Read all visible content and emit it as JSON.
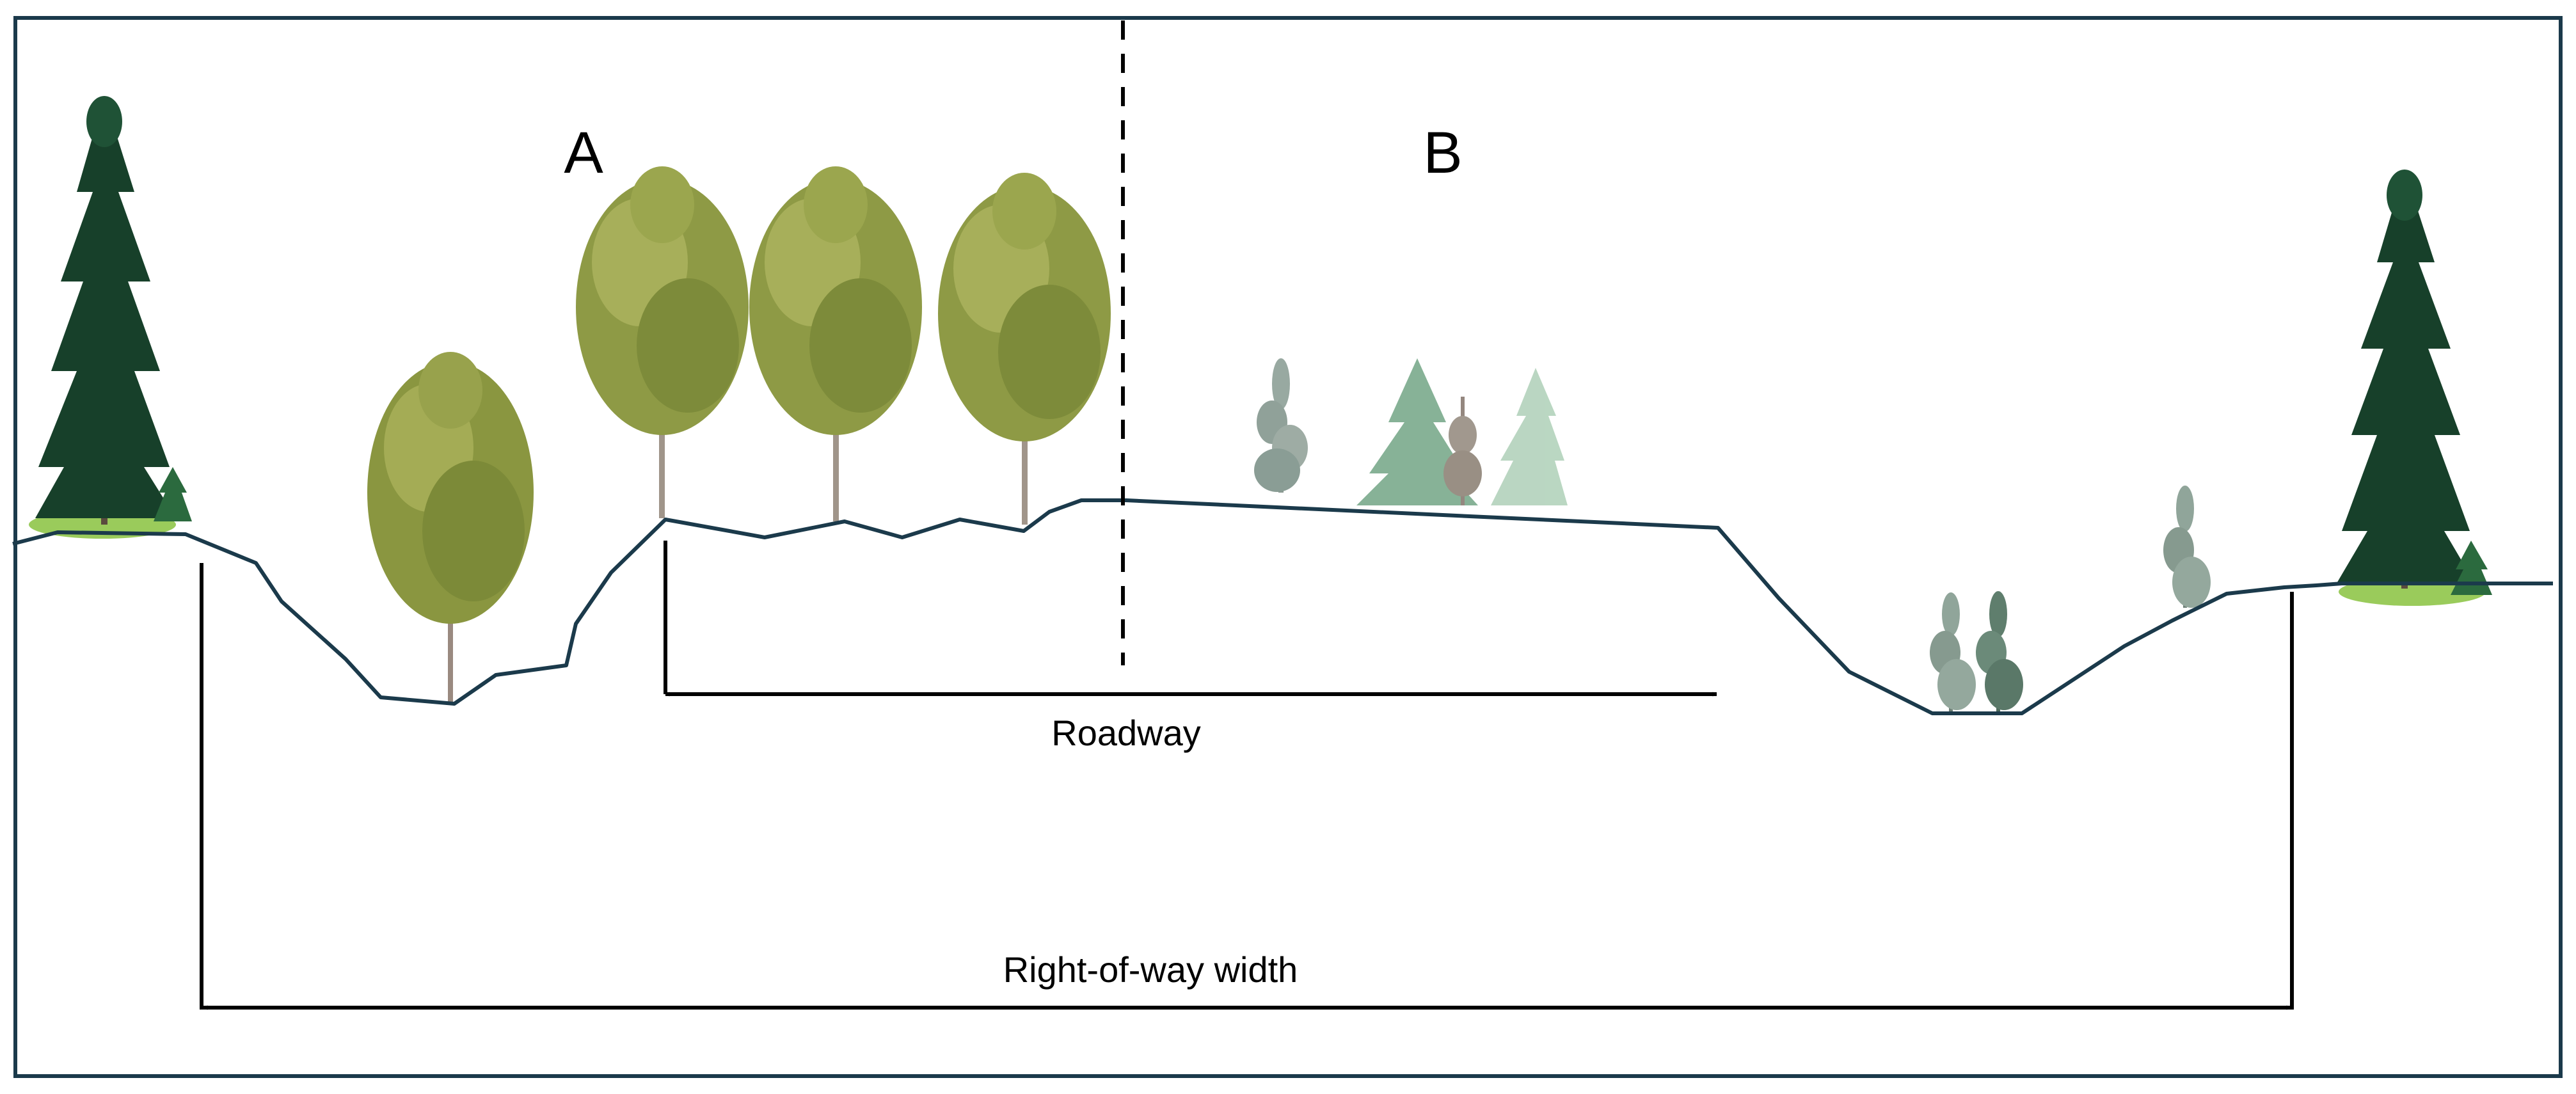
{
  "labels": {
    "section_a": "A",
    "section_b": "B",
    "roadway": "Roadway",
    "right_of_way": "Right-of-way width"
  },
  "colors": {
    "frame": "#1b3a4b",
    "terrain": "#1b3a4b",
    "dimension": "#000000",
    "conifer": "#17402a",
    "deciduous": "#8a9640",
    "sapling": "#6f8f7a",
    "ground_grass": "#9acb5b"
  },
  "icons": {
    "conifer": "spruce-tree-icon",
    "deciduous": "broadleaf-tree-icon",
    "shrub": "young-shrub-icon"
  }
}
